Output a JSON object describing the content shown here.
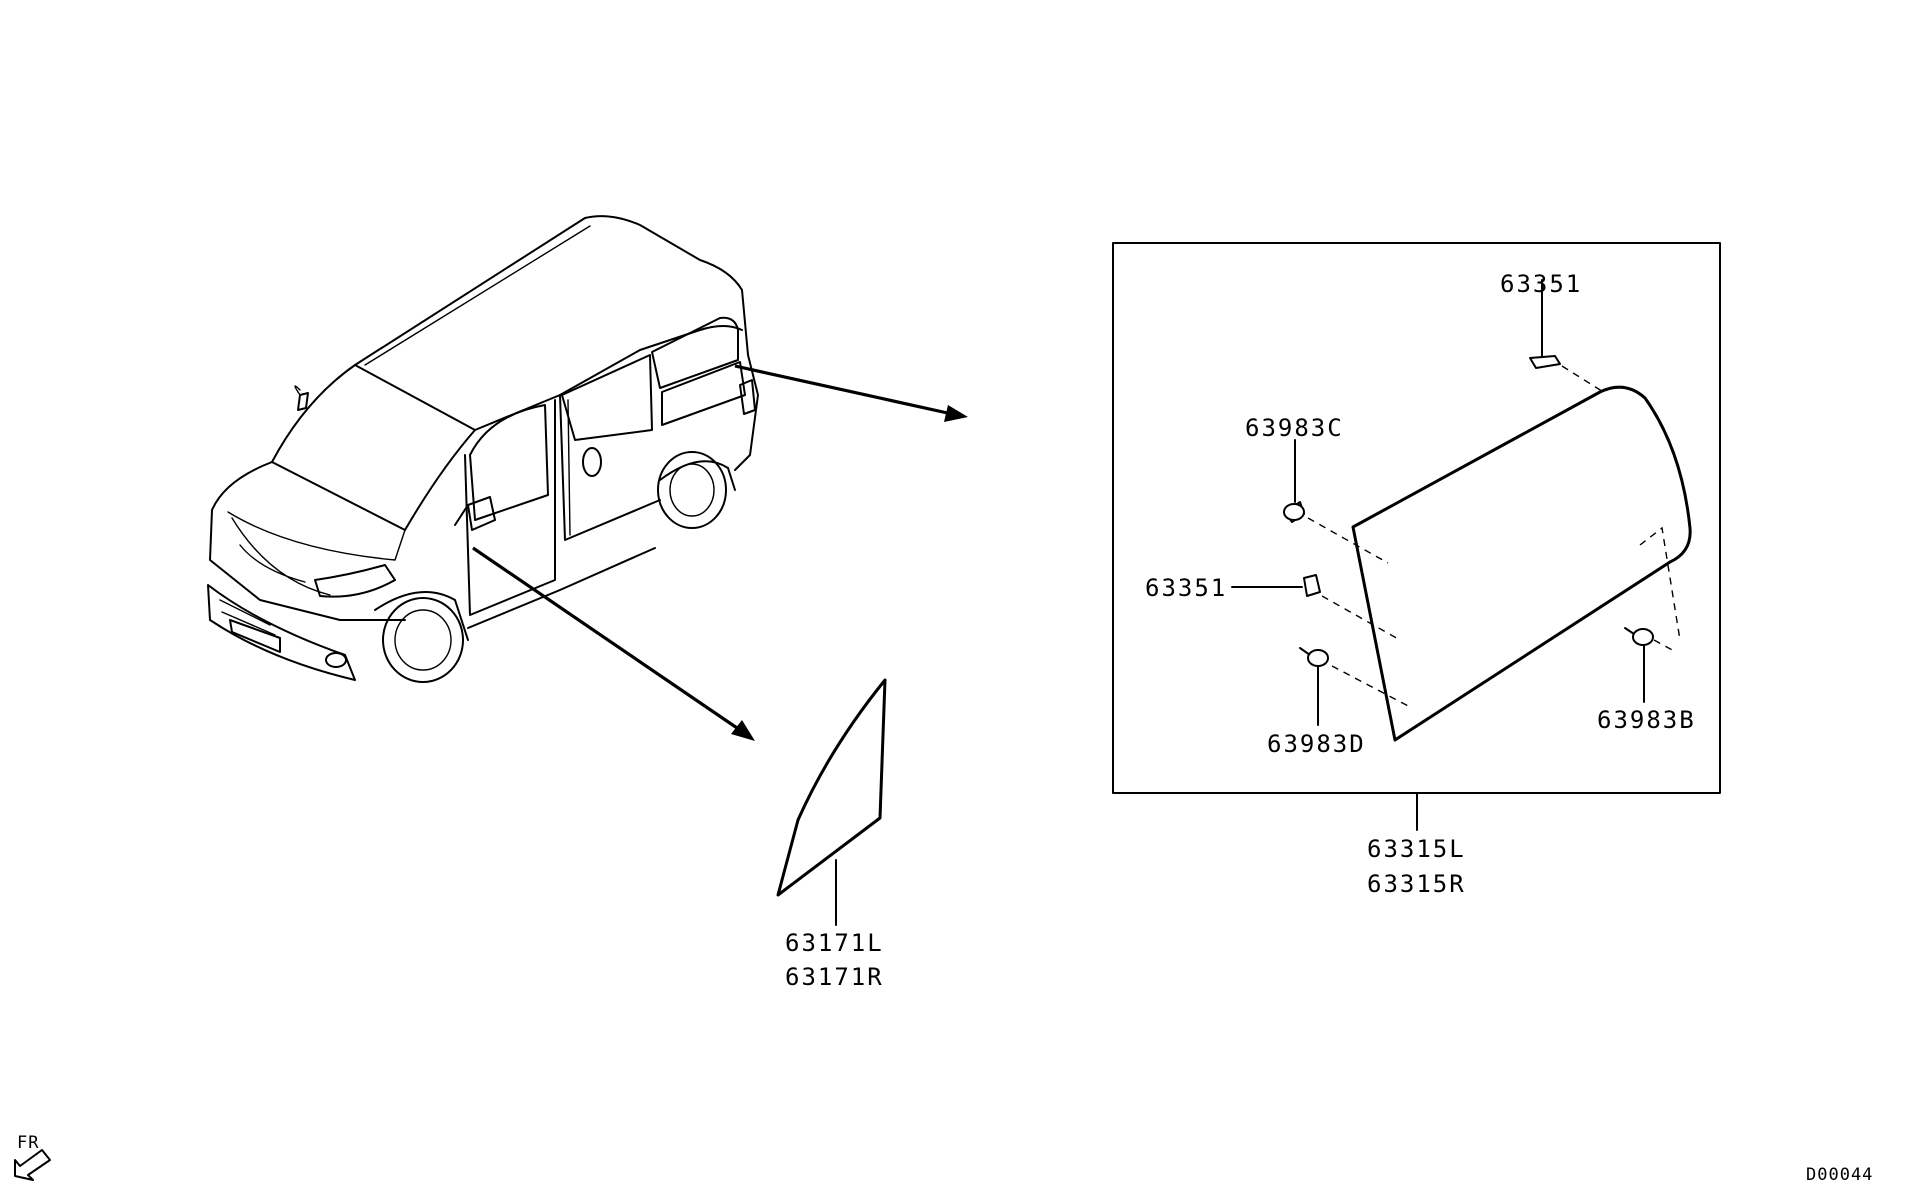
{
  "labels": {
    "clip_top": "63351",
    "fastener_c": "63983C",
    "clip_left": "63351",
    "fastener_d": "63983D",
    "fastener_b": "63983B",
    "rear_glass_l": "63315L",
    "rear_glass_r": "63315R",
    "front_glass_l": "63171L",
    "front_glass_r": "63171R",
    "front_indicator": "FR",
    "diagram_code": "D00044"
  }
}
